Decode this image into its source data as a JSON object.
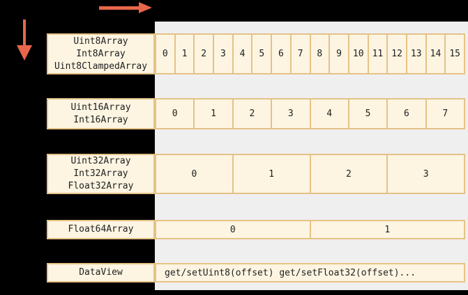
{
  "colors": {
    "background": "#000000",
    "buffer_band": "#efefef",
    "box_fill": "#fdf5e2",
    "box_border": "#e5c287",
    "arrow": "#e8664a",
    "text": "#1e1e1e"
  },
  "icons": {
    "right_arrow": "right-arrow-icon",
    "down_arrow": "down-arrow-icon"
  },
  "rows": [
    {
      "label": "Uint8Array\nInt8Array\nUint8ClampedArray",
      "cells": [
        "0",
        "1",
        "2",
        "3",
        "4",
        "5",
        "6",
        "7",
        "8",
        "9",
        "10",
        "11",
        "12",
        "13",
        "14",
        "15"
      ]
    },
    {
      "label": "Uint16Array\nInt16Array",
      "cells": [
        "0",
        "1",
        "2",
        "3",
        "4",
        "5",
        "6",
        "7"
      ]
    },
    {
      "label": "Uint32Array\nInt32Array\nFloat32Array",
      "cells": [
        "0",
        "1",
        "2",
        "3"
      ]
    },
    {
      "label": "Float64Array",
      "cells": [
        "0",
        "1"
      ]
    },
    {
      "label": "DataView",
      "cells": [
        "get/setUint8(offset) get/setFloat32(offset)..."
      ]
    }
  ]
}
